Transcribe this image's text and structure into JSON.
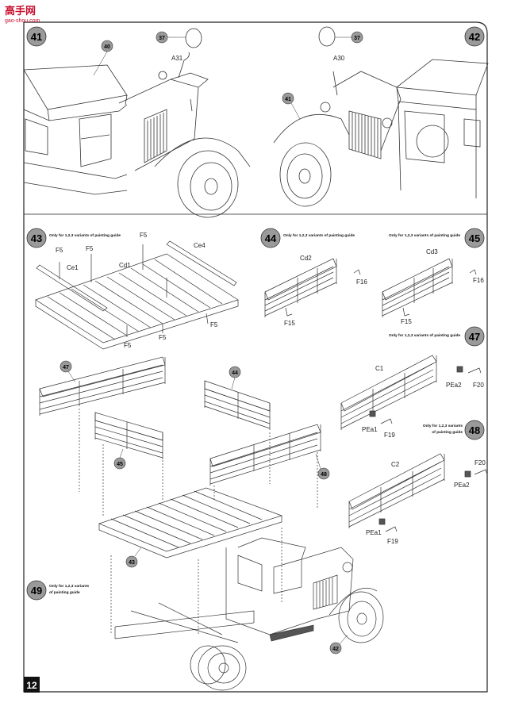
{
  "watermark": {
    "site_name": "高手网",
    "url": "gao-shou.com"
  },
  "page_number": "12",
  "steps": {
    "s41": {
      "number": "41",
      "parts": {
        "p40": "40",
        "p37": "37",
        "a31": "A31"
      }
    },
    "s42": {
      "number": "42",
      "parts": {
        "p37": "37",
        "a30": "A30",
        "p41": "41"
      }
    },
    "s43": {
      "number": "43",
      "note": "Only for 1,2,3 variants of painting guide",
      "parts": {
        "f5": "F5",
        "ce1": "Ce1",
        "cd1": "Cd1",
        "ce4": "Ce4"
      }
    },
    "s44": {
      "number": "44",
      "note": "Only for 1,2,3 variants of painting guide",
      "parts": {
        "cd2": "Cd2",
        "f16": "F16",
        "f15": "F15"
      }
    },
    "s45": {
      "number": "45",
      "note": "Only for 1,2,3 variants of painting guide",
      "parts": {
        "cd3": "Cd3",
        "f16": "F16",
        "f15": "F15"
      }
    },
    "s47": {
      "number": "47",
      "note": "Only for 1,2,3 variants of painting guide",
      "parts": {
        "c1": "C1",
        "pea2": "PEa2",
        "f20": "F20",
        "pea1": "PEa1",
        "f19": "F19"
      }
    },
    "s48": {
      "number": "48",
      "note_line1": "Only for 1,2,3 variants",
      "note_line2": "of painting guide",
      "parts": {
        "c2": "C2",
        "f20": "F20",
        "pea2": "PEa2",
        "pea1": "PEa1",
        "f19": "F19"
      }
    },
    "s49": {
      "number": "49",
      "note_line1": "Only for 1,2,3 variants",
      "note_line2": "of painting guide",
      "callouts": {
        "c47": "47",
        "c44": "44",
        "c45": "45",
        "c48": "48",
        "c43": "43",
        "c42": "42"
      }
    }
  },
  "colors": {
    "badge": "#9a9a9a",
    "ink": "#222222",
    "watermark": "#c8102e"
  }
}
